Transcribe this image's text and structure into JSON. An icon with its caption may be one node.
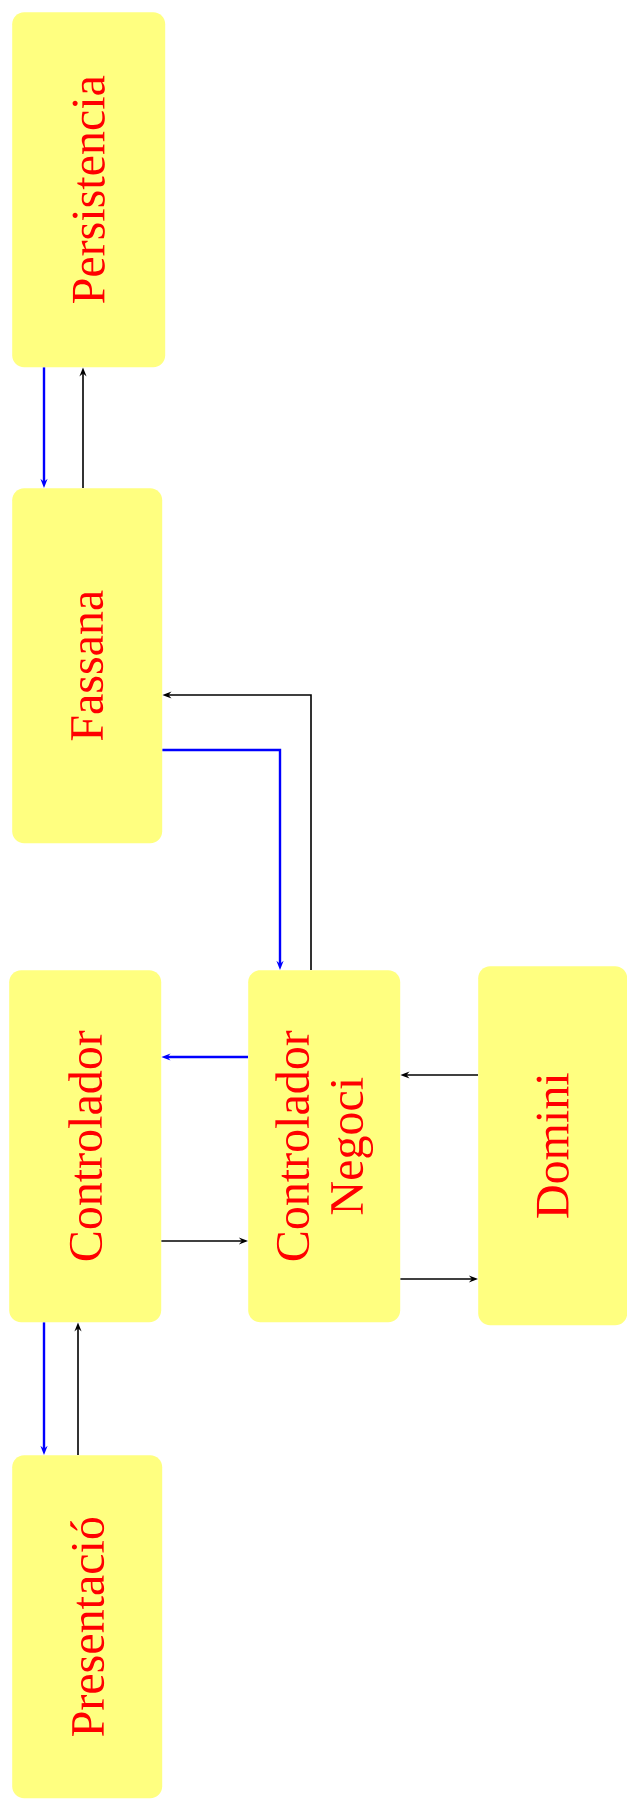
{
  "diagram": {
    "nodes": [
      {
        "text": [
          "Persistencia"
        ]
      },
      {
        "text": [
          "Fassana"
        ]
      },
      {
        "text": [
          "Controlador"
        ]
      },
      {
        "text": [
          "Controlador Negoci"
        ]
      },
      {
        "text": [
          "Domini"
        ]
      },
      {
        "text": [
          "Presentació"
        ]
      }
    ],
    "edges": [
      {
        "from": 0,
        "to": 1,
        "arrow": "to",
        "color": "#0000ff"
      },
      {
        "from": 1,
        "to": 0,
        "arrow": "to"
      },
      {
        "from": 1,
        "to": 3,
        "arrow": "to",
        "color": "#0000ff"
      },
      {
        "from": 3,
        "to": 1,
        "arrow": "to"
      },
      {
        "from": 3,
        "to": 2,
        "arrow": "to",
        "color": "#0000ff"
      },
      {
        "from": 2,
        "to": 3,
        "arrow": "to"
      },
      {
        "from": 3,
        "to": 4,
        "arrow": "to"
      },
      {
        "from": 4,
        "to": 3,
        "arrow": "to"
      },
      {
        "from": 2,
        "to": 5,
        "arrow": "to",
        "color": "#0000ff"
      },
      {
        "from": 5,
        "to": 2,
        "arrow": "to"
      }
    ]
  }
}
